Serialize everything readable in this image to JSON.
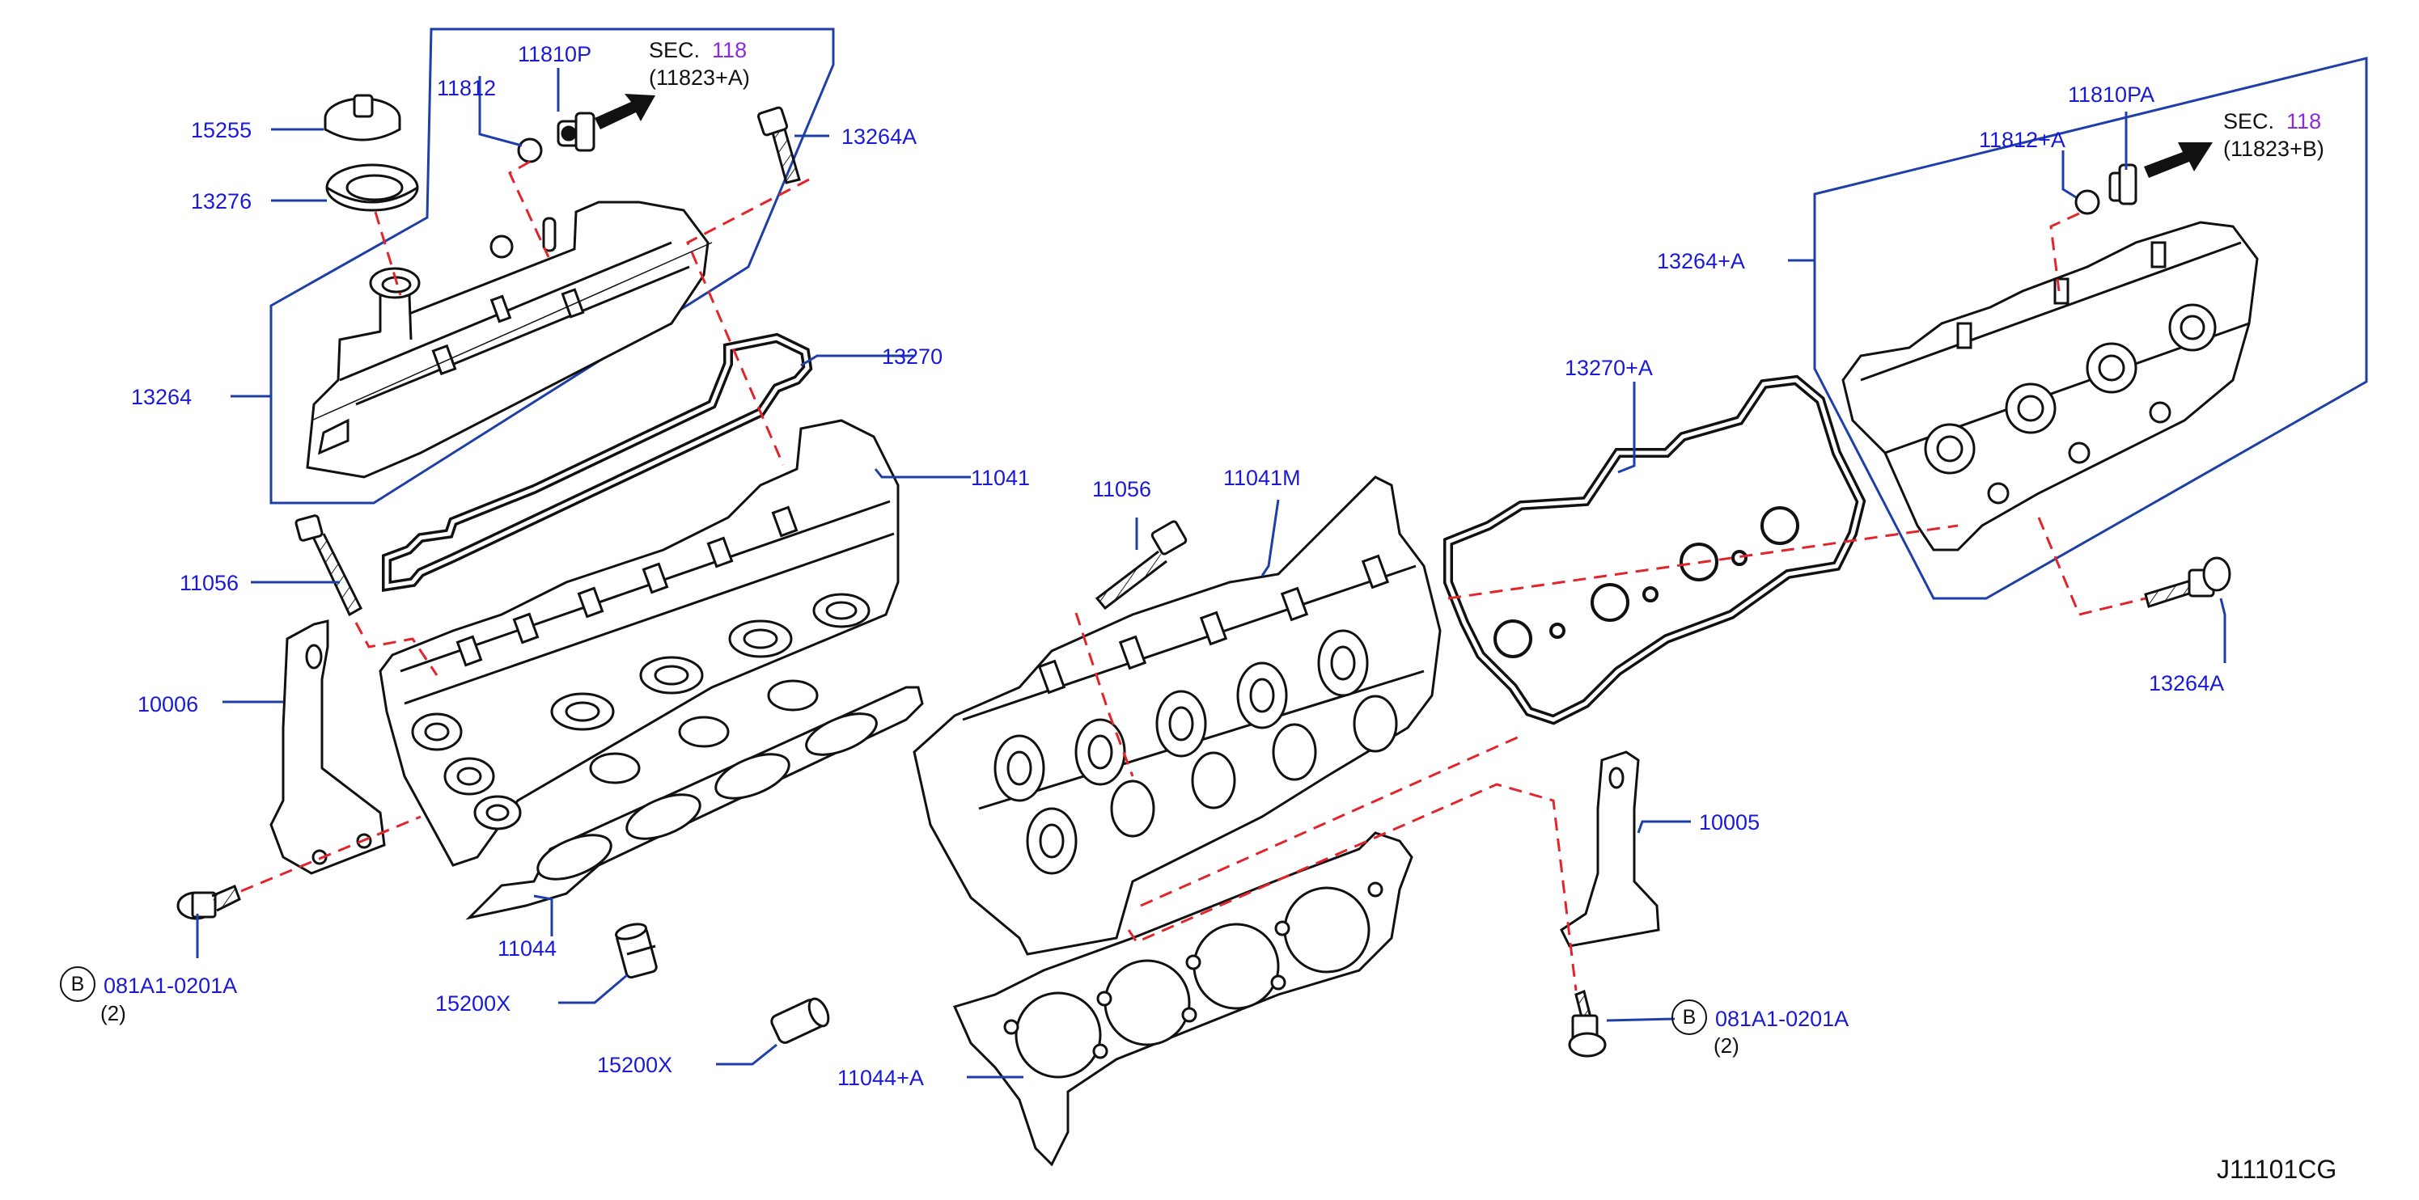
{
  "diagram": {
    "parts": {
      "p15255": "15255",
      "p13276": "13276",
      "p11812": "11812",
      "p11810p": "11810P",
      "p13264a_left": "13264A",
      "p13270": "13270",
      "p13264": "13264",
      "p11041": "11041",
      "p11056_left": "11056",
      "p10006": "10006",
      "p11044": "11044",
      "p15200x_a": "15200X",
      "p15200x_b": "15200X",
      "p11056_mid": "11056",
      "p11041m": "11041M",
      "p13270_a": "13270+A",
      "p11044_a": "11044+A",
      "p10005": "10005",
      "p11810pa": "11810PA",
      "p11812_a": "11812+A",
      "p13264_plus_a": "13264+A",
      "p13264a_right": "13264A"
    },
    "sec_left": {
      "prefix": "SEC.",
      "num": "118",
      "ref": "(11823+A)"
    },
    "sec_right": {
      "prefix": "SEC.",
      "num": "118",
      "ref": "(11823+B)"
    },
    "bolt_left": {
      "circle": "B",
      "part": "081A1-0201A",
      "qty": "(2)"
    },
    "bolt_right": {
      "circle": "B",
      "part": "081A1-0201A",
      "qty": "(2)"
    },
    "diagram_code": "J11101CG",
    "colors": {
      "callout": "#1a1ad6",
      "leader": "#1f3fa8",
      "dashed": "#e0262b",
      "sec_number": "#8a2be2",
      "linework": "#111111"
    }
  }
}
